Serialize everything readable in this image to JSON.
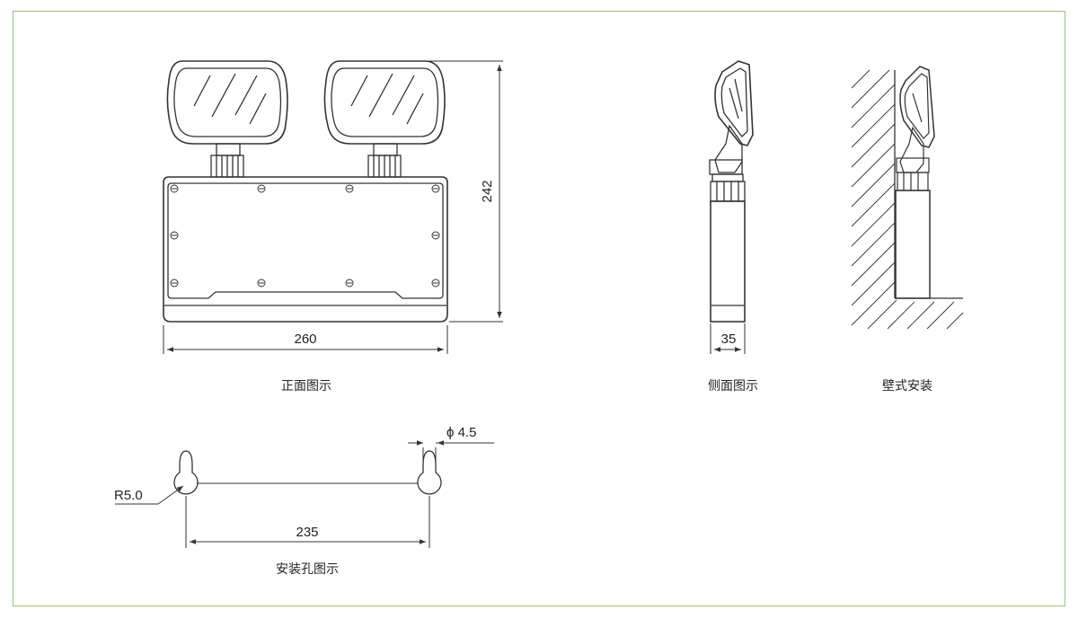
{
  "front_view": {
    "caption": "正面图示",
    "width_dim": "260",
    "height_dim": "242"
  },
  "side_view": {
    "caption": "侧面图示",
    "depth_dim": "35"
  },
  "wall_view": {
    "caption": "壁式安装"
  },
  "hole_view": {
    "caption": "安装孔图示",
    "spacing_dim": "235",
    "radius_dim": "R5.0",
    "diameter_dim": "ϕ 4.5"
  },
  "colors": {
    "frame": "#93c47d",
    "line": "#333333"
  }
}
